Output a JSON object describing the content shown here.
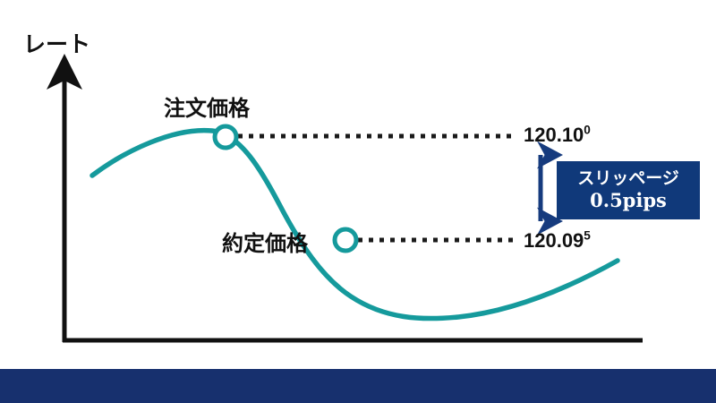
{
  "diagram": {
    "axis": {
      "y_label": "レート",
      "x_label": ""
    },
    "points": [
      {
        "id": "order-price",
        "label": "注文価格",
        "price": "120.10",
        "price_superscript": "0",
        "x": 252,
        "y": 153
      },
      {
        "id": "executed-price",
        "label": "約定価格",
        "price": "120.09",
        "price_superscript": "5",
        "x": 386,
        "y": 268
      }
    ],
    "callout": {
      "title": "スリッページ",
      "value": "0.5pips"
    },
    "colors": {
      "curve": "#159a9c",
      "marker_stroke": "#159a9c",
      "marker_fill": "#ffffff",
      "axis": "#111111",
      "dotted_line": "#1a1a1a",
      "callout_background": "#10397a",
      "callout_text": "#ffffff",
      "arrow": "#163b7e",
      "bottom_bar": "#17306e",
      "page_background": "#ffffff"
    },
    "icons": {
      "y_axis_arrow": "arrow-up-icon",
      "slippage_arrow": "double-arrow-vertical-icon"
    }
  },
  "chart_data": {
    "type": "line",
    "title": "",
    "xlabel": "",
    "ylabel": "レート",
    "grid": false,
    "legend": null,
    "series": [
      {
        "name": "rate",
        "comment": "smooth S-shaped rate curve: rises to a peak, falls through the execution point, troughs, then rises again",
        "x": [
          103,
          160,
          210,
          252,
          300,
          345,
          386,
          430,
          470,
          510,
          560,
          610,
          660,
          690
        ],
        "y": [
          196,
          163,
          147,
          153,
          178,
          225,
          268,
          307,
          336,
          354,
          352,
          336,
          310,
          291
        ]
      }
    ],
    "annotations": [
      {
        "label": "注文価格",
        "value": "120.100",
        "point": [
          252,
          153
        ],
        "leader_to_x": 578
      },
      {
        "label": "約定価格",
        "value": "120.095",
        "point": [
          386,
          268
        ],
        "leader_to_x": 578
      },
      {
        "label": "スリッページ 0.5pips",
        "span_y": [
          170,
          250
        ],
        "span_x": 604
      }
    ]
  }
}
